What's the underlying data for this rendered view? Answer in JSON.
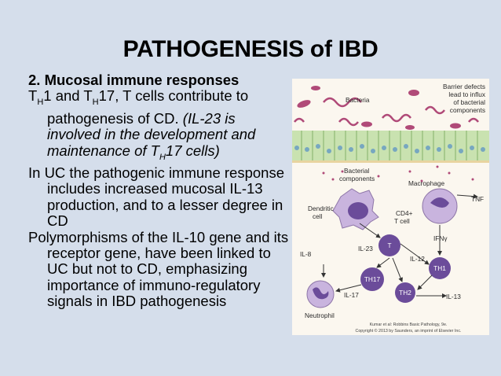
{
  "slide": {
    "title": "PATHOGENESIS of IBD",
    "heading": "2. Mucosal immune responses",
    "p1_t1": "T",
    "p1_sub1": "H",
    "p1_mid": "1  and T",
    "p1_sub2": "H",
    "p1_rest": "17, T cells contribute to pathogenesis of CD.  ",
    "p1_ital_a": "(IL-23 is involved in the development and maintenance of T",
    "p1_sub3": "H",
    "p1_ital_b": "17 cells)",
    "p2": "In UC the pathogenic immune response  includes increased mucosal IL-13 production, and to a lesser degree in CD",
    "p3": "Polymorphisms of the IL-10 gene and its receptor gene, have been linked to UC but not to CD, emphasizing  importance of immuno-regulatory signals in IBD pathogenesis"
  },
  "figure": {
    "labels": {
      "barrier": [
        "Barrier defects",
        "lead to influx",
        "of bacterial",
        "components"
      ],
      "bacteria": "Bacteria",
      "bacterial_components": [
        "Bacterial",
        "components"
      ],
      "macrophage": "Macrophage",
      "dendritic": [
        "Dendritic",
        "cell"
      ],
      "cd4": [
        "CD4+",
        "T cell"
      ],
      "tnf": "TNF",
      "ifng": "IFNγ",
      "il8": "IL-8",
      "il23": "IL-23",
      "il12": "IL-12",
      "il17": "IL-17",
      "il13": "IL-13",
      "neutrophil": "Neutrophil",
      "t_cell": "T",
      "th17": "TH17",
      "th2": "TH2",
      "th1": "TH1"
    },
    "credit": [
      "Kumar et al: Robbins Basic Pathology, 9e.",
      "Copyright © 2013  by Saunders, an imprint of Elsevier Inc."
    ]
  }
}
